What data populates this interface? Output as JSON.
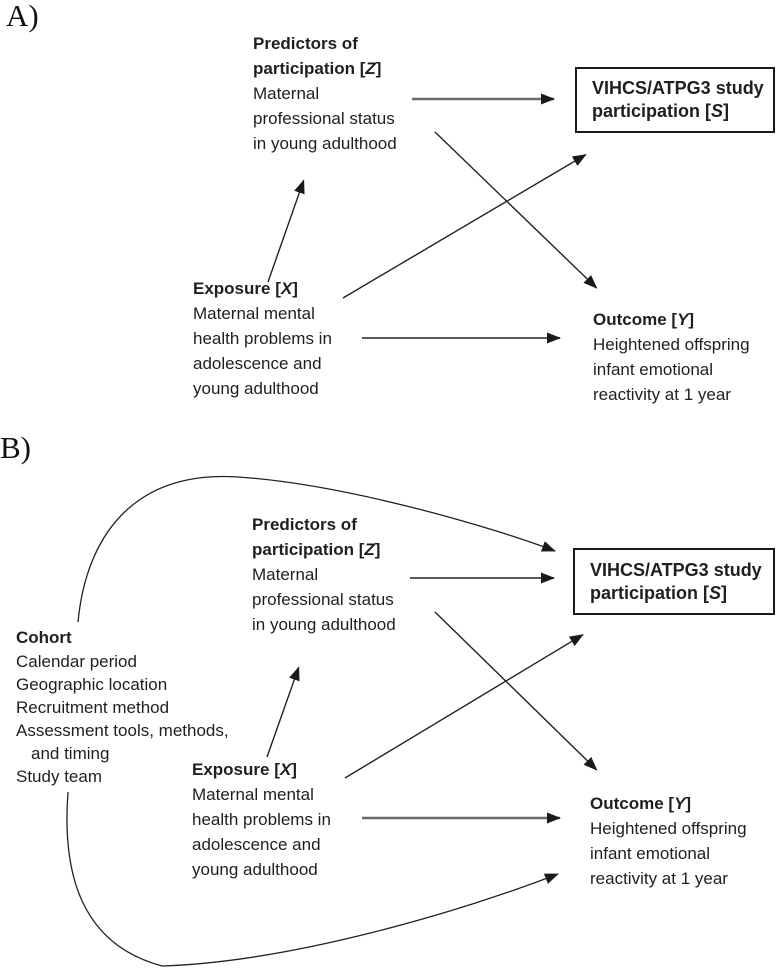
{
  "colors": {
    "text": "#1f1f1f",
    "diagonal_line": "#222222",
    "thin_horizontal_line": "#3f3f3f",
    "gray_horizontal_line": "#6a6a6a",
    "arrowhead": "#1a1a1a",
    "box_border": "#1a1a1a",
    "background": "#ffffff"
  },
  "panel_a": {
    "label": "A)",
    "predictors": {
      "title_line1": "Predictors of",
      "title_line2_pre": "participation [",
      "var": "Z",
      "title_line2_post": "]",
      "body": [
        "Maternal",
        "professional status",
        "in young adulthood"
      ]
    },
    "study_box": {
      "line1": "VIHCS/ATPG3 study",
      "line2_pre": "participation [",
      "var": "S",
      "line2_post": "]"
    },
    "exposure": {
      "title_pre": "Exposure [",
      "var": "X",
      "title_post": "]",
      "body": [
        "Maternal mental",
        "health problems in",
        "adolescence and",
        "young adulthood"
      ]
    },
    "outcome": {
      "title_pre": "Outcome [",
      "var": "Y",
      "title_post": "]",
      "body": [
        "Heightened offspring",
        "infant emotional",
        "reactivity at 1 year"
      ]
    }
  },
  "panel_b": {
    "label": "B)",
    "cohort": {
      "title": "Cohort",
      "items": [
        "Calendar period",
        "Geographic location",
        "Recruitment method",
        "Assessment tools, methods,",
        "and timing",
        "Study team"
      ]
    },
    "predictors": {
      "title_line1": "Predictors of",
      "title_line2_pre": "participation [",
      "var": "Z",
      "title_line2_post": "]",
      "body": [
        "Maternal",
        "professional status",
        "in young adulthood"
      ]
    },
    "study_box": {
      "line1": "VIHCS/ATPG3 study",
      "line2_pre": "participation [",
      "var": "S",
      "line2_post": "]"
    },
    "exposure": {
      "title_pre": "Exposure [",
      "var": "X",
      "title_post": "]",
      "body": [
        "Maternal mental",
        "health problems in",
        "adolescence and",
        "young adulthood"
      ]
    },
    "outcome": {
      "title_pre": "Outcome [",
      "var": "Y",
      "title_post": "]",
      "body": [
        "Heightened offspring",
        "infant emotional",
        "reactivity at 1 year"
      ]
    }
  }
}
